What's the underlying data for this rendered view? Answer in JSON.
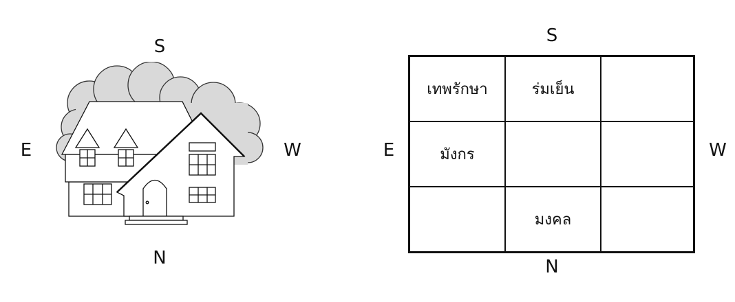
{
  "house_figure": {
    "compass": {
      "top": "S",
      "bottom": "N",
      "left": "E",
      "right": "W"
    }
  },
  "grid_figure": {
    "compass": {
      "top": "S",
      "bottom": "N",
      "left": "E",
      "right": "W"
    },
    "cells": [
      [
        "เทพรักษา",
        "ร่มเย็น",
        ""
      ],
      [
        "มังกร",
        "",
        ""
      ],
      [
        "",
        "มงคล",
        ""
      ]
    ]
  },
  "colors": {
    "line": "#111111",
    "tree_fill": "#d9d9d9",
    "background": "#ffffff"
  }
}
